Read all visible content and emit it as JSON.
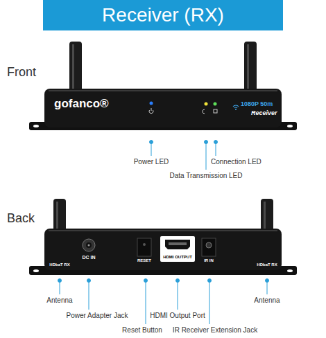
{
  "diagram": {
    "nodes": [
      {
        "text": [
          "Receiver (RX)"
        ]
      }
    ],
    "labels": [
      "Front",
      "gofanco®",
      "1080P 50m",
      "Receiver",
      "Power LED",
      "Connection LED",
      "Data Transmission LED",
      "Back",
      "HDbaT RX",
      "DC IN",
      "RESET",
      "HDMI OUTPUT",
      "IR IN",
      "HDbaT RX",
      "Antenna",
      "Power Adapter Jack",
      "HDMI Output Port",
      "Antenna",
      "Reset Button",
      "IR Receiver Extension Jack"
    ]
  }
}
